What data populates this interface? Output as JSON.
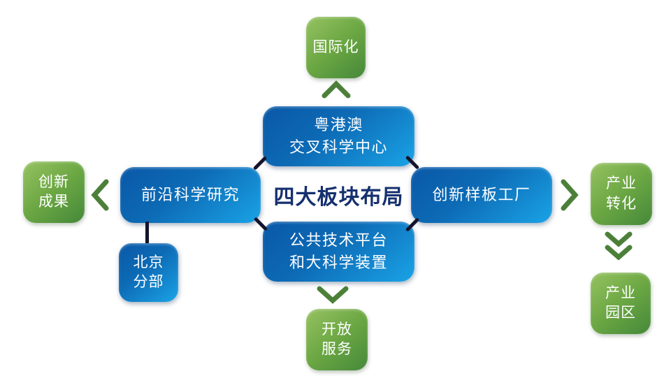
{
  "center": {
    "label": "四大板块布局"
  },
  "nodes": {
    "cross_science_center": {
      "line1": "粤港澳",
      "line2": "交叉科学中心"
    },
    "frontier_research": {
      "line1": "前沿科学研究"
    },
    "innovation_factory": {
      "line1": "创新样板工厂"
    },
    "public_platform": {
      "line1": "公共技术平台",
      "line2": "和大科学装置"
    },
    "beijing_branch": {
      "line1": "北京",
      "line2": "分部"
    },
    "internationalization": {
      "line1": "国际化"
    },
    "innovation_results": {
      "line1": "创新",
      "line2": "成果"
    },
    "industry_transformation": {
      "line1": "产业",
      "line2": "转化"
    },
    "industrial_park": {
      "line1": "产业",
      "line2": "园区"
    },
    "open_services": {
      "line1": "开放",
      "line2": "服务"
    }
  },
  "colors": {
    "blue_gradient_start": "#0a58a7",
    "blue_gradient_end": "#1aa3e6",
    "green_gradient_start": "#96c261",
    "green_gradient_end": "#45883a",
    "chevron_green": "#4c8039",
    "center_text": "#15306f",
    "connector_line": "#14152c",
    "background": "#ffffff",
    "box_text": "#ffffff"
  }
}
